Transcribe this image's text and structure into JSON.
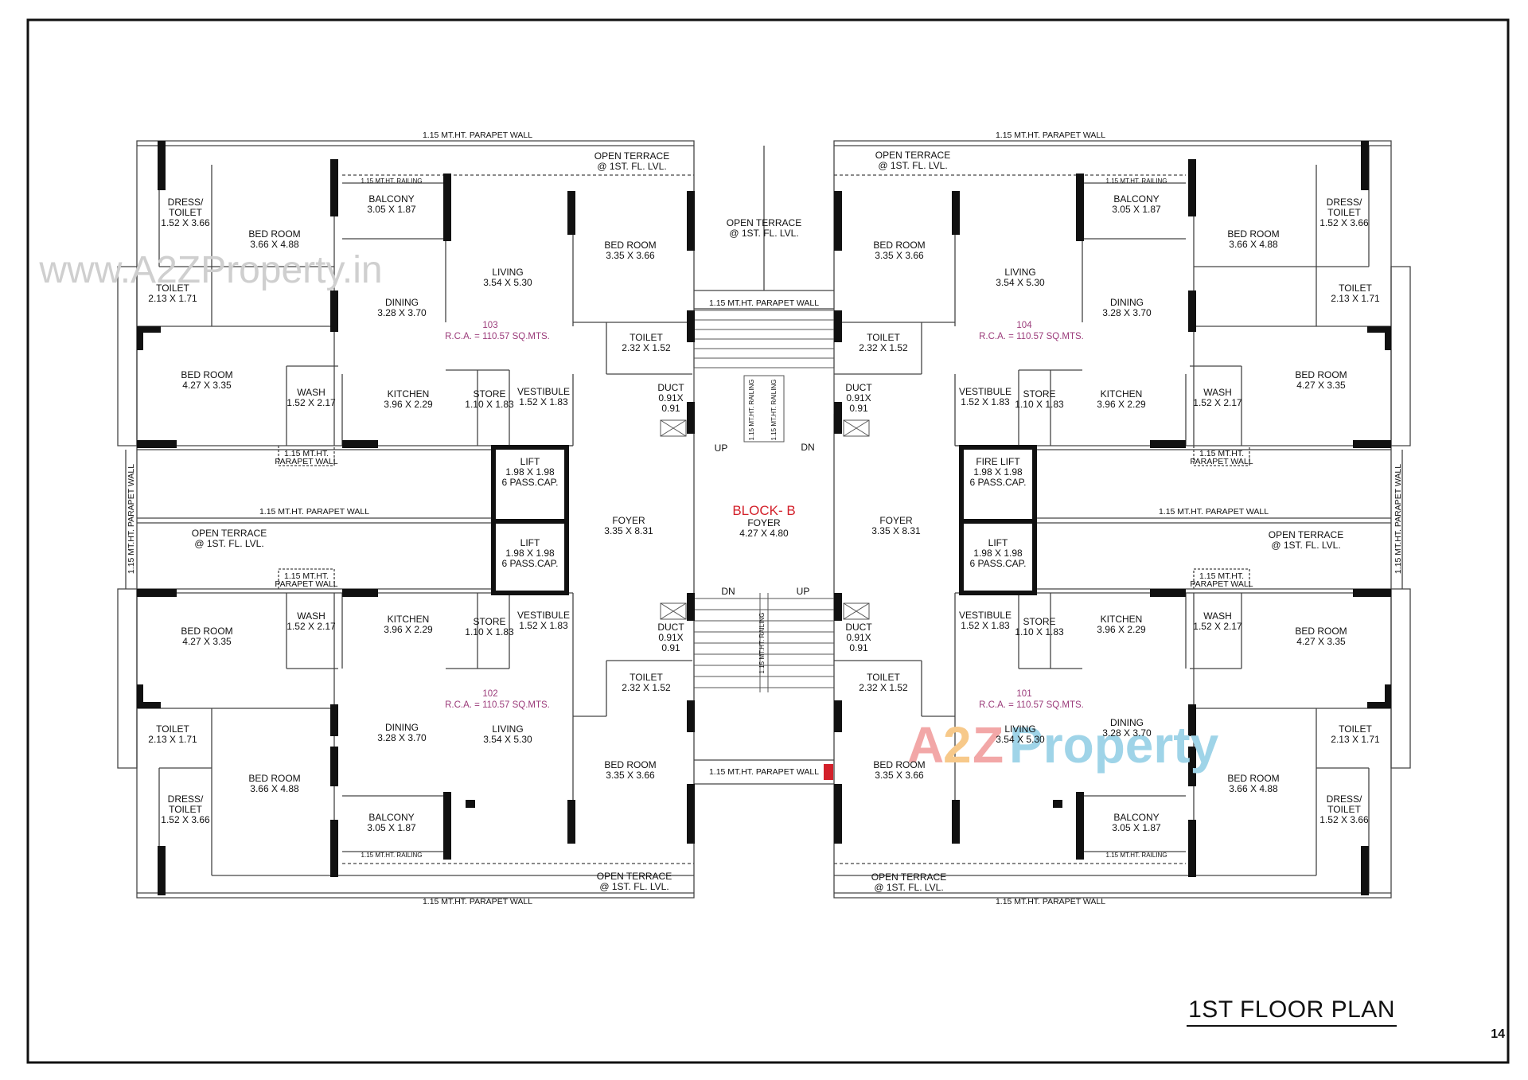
{
  "title": "1ST FLOOR PLAN",
  "page_number": "14",
  "block_label": "BLOCK- B",
  "watermark_text": "www.A2ZProperty.in",
  "logo_text": [
    "A",
    "2",
    "Z",
    "Property"
  ],
  "colors": {
    "walls": "#111111",
    "unit_label": "#9b3b7a",
    "block_label": "#d3202a",
    "watermark": "#cfcfcf"
  },
  "labels": {
    "parapet": "1.15 MT.HT. PARAPET WALL",
    "parapet_short_1": "1.15 MT.HT.",
    "parapet_short_2": "PARAPET WALL",
    "railing": "1.15 MT.HT. RAILING",
    "railing_short": "1.15 MT.HT. RAILING",
    "open_terrace_1": "OPEN TERRACE",
    "open_terrace_2": "@ 1ST. FL. LVL.",
    "up": "UP",
    "dn": "DN"
  },
  "rooms": [
    {
      "id": "u103-dress",
      "name": "DRESS/",
      "name2": "TOILET",
      "dim": "1.52 X 3.66"
    },
    {
      "id": "u103-bed1",
      "name": "BED ROOM",
      "dim": "3.66 X 4.88"
    },
    {
      "id": "u103-balcony",
      "name": "BALCONY",
      "dim": "3.05 X 1.87"
    },
    {
      "id": "u103-living",
      "name": "LIVING",
      "dim": "3.54 X 5.30"
    },
    {
      "id": "u103-bed2",
      "name": "BED ROOM",
      "dim": "3.35 X 3.66"
    },
    {
      "id": "u103-toilet1",
      "name": "TOILET",
      "dim": "2.13 X 1.71"
    },
    {
      "id": "u103-dining",
      "name": "DINING",
      "dim": "3.28 X 3.70"
    },
    {
      "id": "u103-toilet2",
      "name": "TOILET",
      "dim": "2.32 X 1.52"
    },
    {
      "id": "u103-bed3",
      "name": "BED ROOM",
      "dim": "4.27 X 3.35"
    },
    {
      "id": "u103-wash",
      "name": "WASH",
      "dim": "1.52 X 2.17"
    },
    {
      "id": "u103-kitchen",
      "name": "KITCHEN",
      "dim": "3.96 X 2.29"
    },
    {
      "id": "u103-store",
      "name": "STORE",
      "dim": "1.10 X 1.83"
    },
    {
      "id": "u103-vestibule",
      "name": "VESTIBULE",
      "dim": "1.52 X 1.83"
    },
    {
      "id": "u104-dress",
      "name": "DRESS/",
      "name2": "TOILET",
      "dim": "1.52 X 3.66"
    },
    {
      "id": "u104-bed1",
      "name": "BED ROOM",
      "dim": "3.66 X 4.88"
    },
    {
      "id": "u104-balcony",
      "name": "BALCONY",
      "dim": "3.05 X 1.87"
    },
    {
      "id": "u104-living",
      "name": "LIVING",
      "dim": "3.54 X 5.30"
    },
    {
      "id": "u104-bed2",
      "name": "BED ROOM",
      "dim": "3.35 X 3.66"
    },
    {
      "id": "u104-toilet1",
      "name": "TOILET",
      "dim": "2.13 X 1.71"
    },
    {
      "id": "u104-dining",
      "name": "DINING",
      "dim": "3.28 X 3.70"
    },
    {
      "id": "u104-toilet2",
      "name": "TOILET",
      "dim": "2.32 X 1.52"
    },
    {
      "id": "u104-bed3",
      "name": "BED ROOM",
      "dim": "4.27 X 3.35"
    },
    {
      "id": "u104-wash",
      "name": "WASH",
      "dim": "1.52 X 2.17"
    },
    {
      "id": "u104-kitchen",
      "name": "KITCHEN",
      "dim": "3.96 X 2.29"
    },
    {
      "id": "u104-store",
      "name": "STORE",
      "dim": "1.10 X 1.83"
    },
    {
      "id": "u104-vestibule",
      "name": "VESTIBULE",
      "dim": "1.52 X 1.83"
    },
    {
      "id": "u102-bed3",
      "name": "BED ROOM",
      "dim": "4.27 X 3.35"
    },
    {
      "id": "u102-wash",
      "name": "WASH",
      "dim": "1.52 X 2.17"
    },
    {
      "id": "u102-kitchen",
      "name": "KITCHEN",
      "dim": "3.96 X 2.29"
    },
    {
      "id": "u102-store",
      "name": "STORE",
      "dim": "1.10 X 1.83"
    },
    {
      "id": "u102-vestibule",
      "name": "VESTIBULE",
      "dim": "1.52 X 1.83"
    },
    {
      "id": "u102-toilet2",
      "name": "TOILET",
      "dim": "2.32 X 1.52"
    },
    {
      "id": "u102-toilet1",
      "name": "TOILET",
      "dim": "2.13 X 1.71"
    },
    {
      "id": "u102-dining",
      "name": "DINING",
      "dim": "3.28 X 3.70"
    },
    {
      "id": "u102-living",
      "name": "LIVING",
      "dim": "3.54 X 5.30"
    },
    {
      "id": "u102-bed1",
      "name": "BED ROOM",
      "dim": "3.66 X 4.88"
    },
    {
      "id": "u102-bed2",
      "name": "BED ROOM",
      "dim": "3.35 X 3.66"
    },
    {
      "id": "u102-dress",
      "name": "DRESS/",
      "name2": "TOILET",
      "dim": "1.52 X 3.66"
    },
    {
      "id": "u102-balcony",
      "name": "BALCONY",
      "dim": "3.05 X 1.87"
    },
    {
      "id": "u101-vestibule",
      "name": "VESTIBULE",
      "dim": "1.52 X 1.83"
    },
    {
      "id": "u101-store",
      "name": "STORE",
      "dim": "1.10 X 1.83"
    },
    {
      "id": "u101-kitchen",
      "name": "KITCHEN",
      "dim": "3.96 X 2.29"
    },
    {
      "id": "u101-wash",
      "name": "WASH",
      "dim": "1.52 X 2.17"
    },
    {
      "id": "u101-bed3",
      "name": "BED ROOM",
      "dim": "4.27 X 3.35"
    },
    {
      "id": "u101-toilet2",
      "name": "TOILET",
      "dim": "2.32 X 1.52"
    },
    {
      "id": "u101-dining",
      "name": "DINING",
      "dim": "3.28 X 3.70"
    },
    {
      "id": "u101-living",
      "name": "LIVING",
      "dim": "3.54 X 5.30"
    },
    {
      "id": "u101-toilet1",
      "name": "TOILET",
      "dim": "2.13 X 1.71"
    },
    {
      "id": "u101-bed2",
      "name": "BED ROOM",
      "dim": "3.35 X 3.66"
    },
    {
      "id": "u101-bed1",
      "name": "BED ROOM",
      "dim": "3.66 X 4.88"
    },
    {
      "id": "u101-dress",
      "name": "DRESS/",
      "name2": "TOILET",
      "dim": "1.52 X 3.66"
    },
    {
      "id": "u101-balcony",
      "name": "BALCONY",
      "dim": "3.05 X 1.87"
    }
  ],
  "core": [
    {
      "id": "lift-1",
      "name": "LIFT",
      "dim": "1.98 X 1.98",
      "cap": "6 PASS.CAP."
    },
    {
      "id": "lift-2",
      "name": "LIFT",
      "dim": "1.98 X 1.98",
      "cap": "6 PASS.CAP."
    },
    {
      "id": "fire-lift",
      "name": "FIRE LIFT",
      "dim": "1.98 X 1.98",
      "cap": "6 PASS.CAP."
    },
    {
      "id": "lift-3",
      "name": "LIFT",
      "dim": "1.98 X 1.98",
      "cap": "6 PASS.CAP."
    },
    {
      "id": "foyer-left",
      "name": "FOYER",
      "dim": "3.35 X 8.31"
    },
    {
      "id": "foyer-center",
      "name": "FOYER",
      "dim": "4.27 X 4.80"
    },
    {
      "id": "foyer-right",
      "name": "FOYER",
      "dim": "3.35 X 8.31"
    },
    {
      "id": "duct-1",
      "name": "DUCT",
      "dim": "0.91X",
      "dim2": "0.91"
    },
    {
      "id": "duct-2",
      "name": "DUCT",
      "dim": "0.91X",
      "dim2": "0.91"
    },
    {
      "id": "duct-3",
      "name": "DUCT",
      "dim": "0.91X",
      "dim2": "0.91"
    },
    {
      "id": "duct-4",
      "name": "DUCT",
      "dim": "0.91X",
      "dim2": "0.91"
    }
  ],
  "units": [
    {
      "id": "103",
      "number": "103",
      "area": "R.C.A. = 110.57  SQ.MTS."
    },
    {
      "id": "104",
      "number": "104",
      "area": "R.C.A. = 110.57  SQ.MTS."
    },
    {
      "id": "102",
      "number": "102",
      "area": "R.C.A. = 110.57  SQ.MTS."
    },
    {
      "id": "101",
      "number": "101",
      "area": "R.C.A. = 110.57  SQ.MTS."
    }
  ]
}
